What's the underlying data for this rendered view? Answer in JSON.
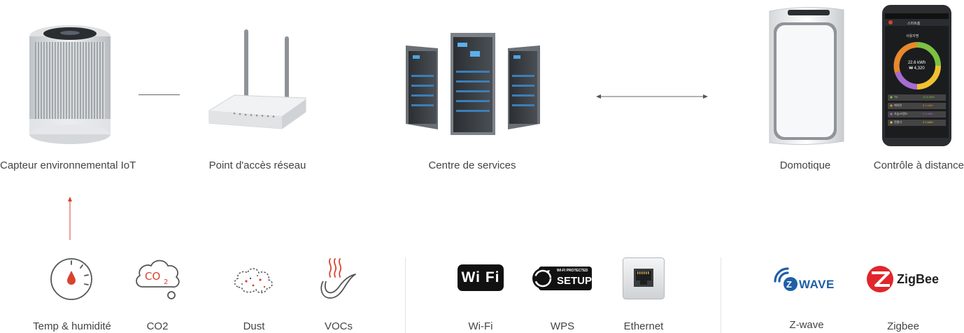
{
  "devices": {
    "sensor": "Capteur environnemental IoT",
    "router": "Point d'accès réseau",
    "server": "Centre de services",
    "home": "Domotique",
    "remote": "Contrôle à distance"
  },
  "phone": {
    "header": "스마트홈",
    "user": "사용자명",
    "energy": "22.6 kWh",
    "cost": "₩ 4,320",
    "devices": [
      "TV",
      "에어컨",
      "가습/스탠드",
      "전열기"
    ],
    "values": [
      "12.8 kWh",
      "5.2 kWh",
      "2.4 kWh",
      "2.2 kWh"
    ]
  },
  "sensors": {
    "temp": "Temp & humidité",
    "co2": "CO2",
    "dust": "Dust",
    "vocs": "VOCs"
  },
  "network": {
    "wifi": "Wi-Fi",
    "wps": "WPS",
    "ethernet": "Ethernet",
    "wifi_logo": "Wi Fi",
    "wps_top": "WI-FI PROTECTED",
    "wps_bottom": "SETUP"
  },
  "protocols": {
    "zwave": "Z-wave",
    "zigbee": "Zigbee",
    "zwave_logo": "WAVE",
    "zigbee_logo": "ZigBee"
  },
  "colors": {
    "accent": "#d9432e",
    "text": "#444444",
    "line": "#666666"
  }
}
